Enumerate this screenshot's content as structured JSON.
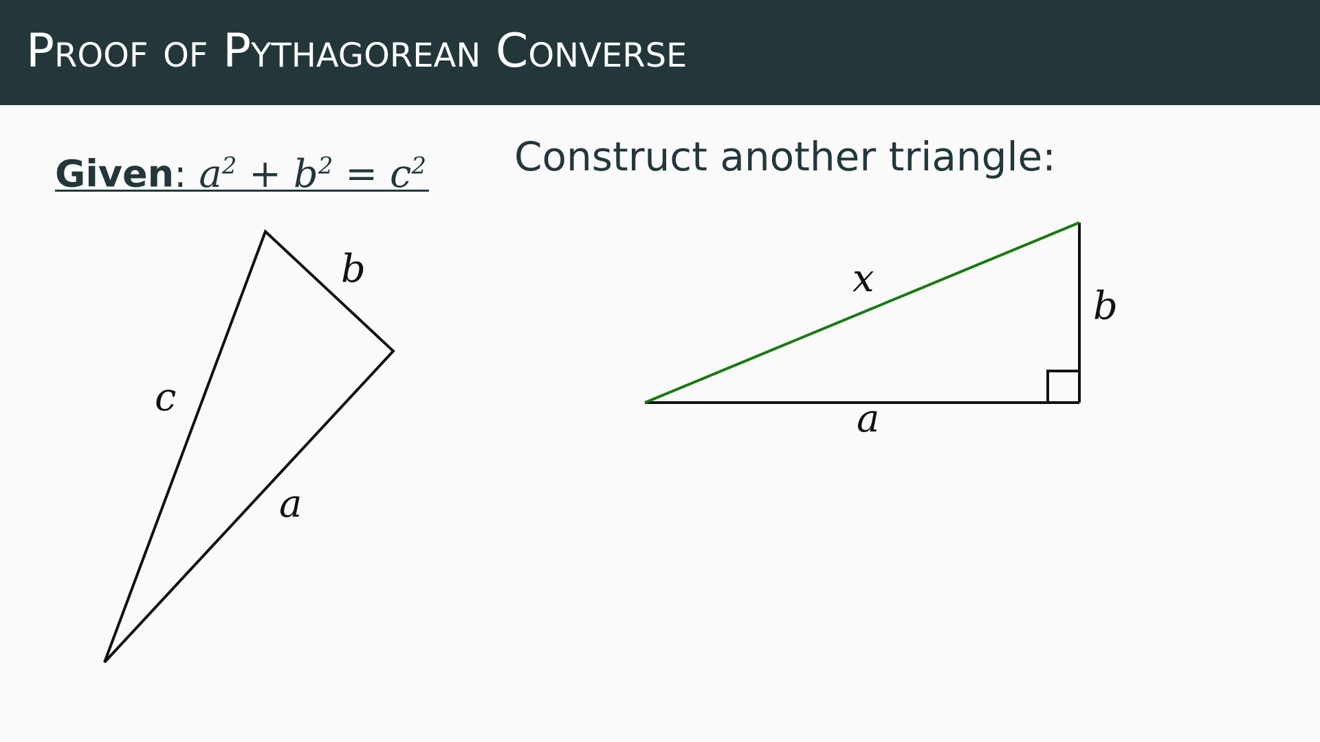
{
  "slide": {
    "title": "Proof of Pythagorean Converse"
  },
  "given": {
    "label": "Given",
    "colon": ":",
    "equation": {
      "t1": "a",
      "t2": "b",
      "t3": "c",
      "exp": "2",
      "plus": "+",
      "equals": "="
    }
  },
  "construct": {
    "text": "Construct another triangle:"
  },
  "diagram": {
    "left_triangle": {
      "label_a": "a",
      "label_b": "b",
      "label_c": "c",
      "stroke_color": "#111111"
    },
    "right_triangle": {
      "label_a": "a",
      "label_b": "b",
      "label_x": "x",
      "hypotenuse_color": "#1a7a12",
      "stroke_color": "#111111",
      "right_angle_marker": true
    }
  }
}
